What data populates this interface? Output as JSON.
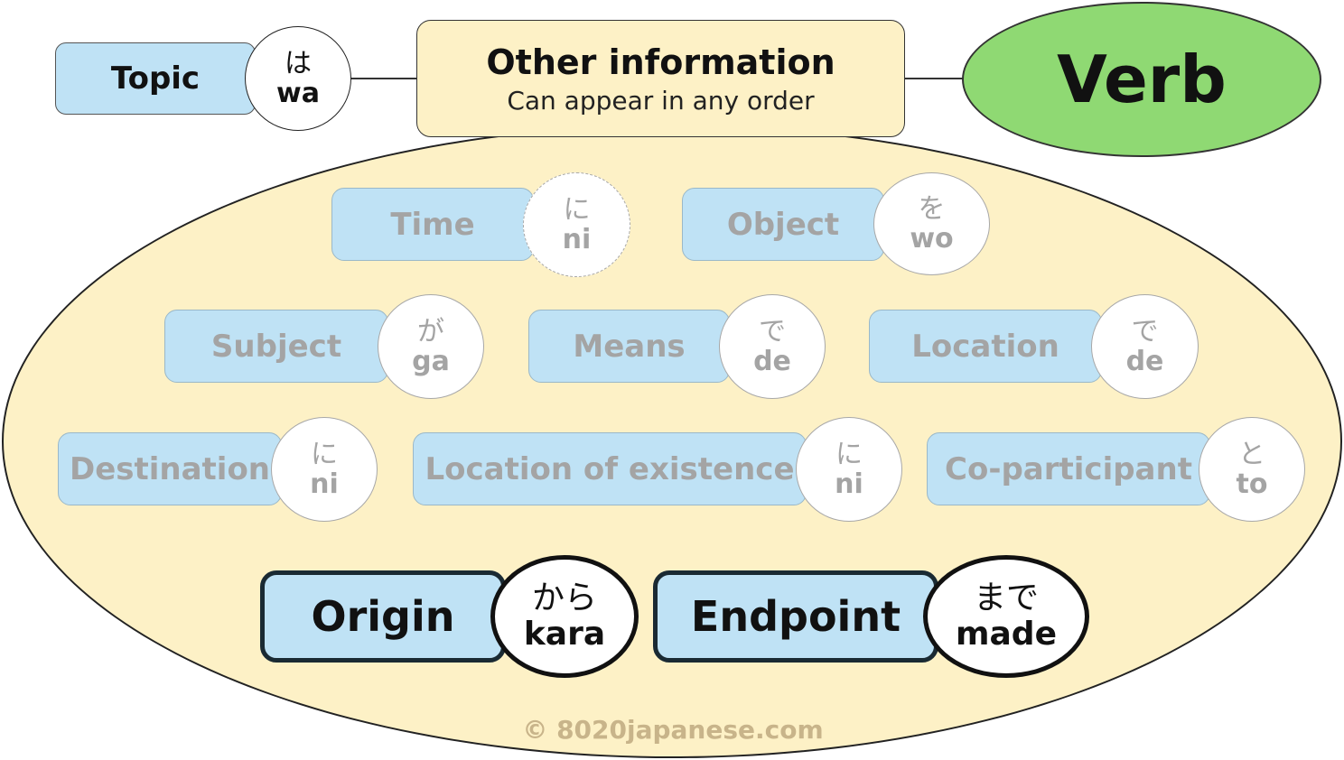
{
  "topic": {
    "label": "Topic",
    "particle_kana": "は",
    "particle_romaji": "wa"
  },
  "other_info": {
    "title": "Other information",
    "subtitle": "Can appear in any order"
  },
  "verb": {
    "label": "Verb"
  },
  "faded_items": [
    {
      "label": "Time",
      "kana": "に",
      "romaji": "ni"
    },
    {
      "label": "Object",
      "kana": "を",
      "romaji": "wo"
    },
    {
      "label": "Subject",
      "kana": "が",
      "romaji": "ga"
    },
    {
      "label": "Means",
      "kana": "で",
      "romaji": "de"
    },
    {
      "label": "Location",
      "kana": "で",
      "romaji": "de"
    },
    {
      "label": "Destination",
      "kana": "に",
      "romaji": "ni"
    },
    {
      "label": "Location of existence",
      "kana": "に",
      "romaji": "ni"
    },
    {
      "label": "Co-participant",
      "kana": "と",
      "romaji": "to"
    }
  ],
  "highlighted_items": [
    {
      "label": "Origin",
      "kana": "から",
      "romaji": "kara"
    },
    {
      "label": "Endpoint",
      "kana": "まで",
      "romaji": "made"
    }
  ],
  "credit": "© 8020japanese.com",
  "colors": {
    "pill_fill": "#bfe2f5",
    "ellipse_fill": "#fdf1c6",
    "verb_fill": "#8fd973",
    "faded_text": "#a4a4a4"
  }
}
